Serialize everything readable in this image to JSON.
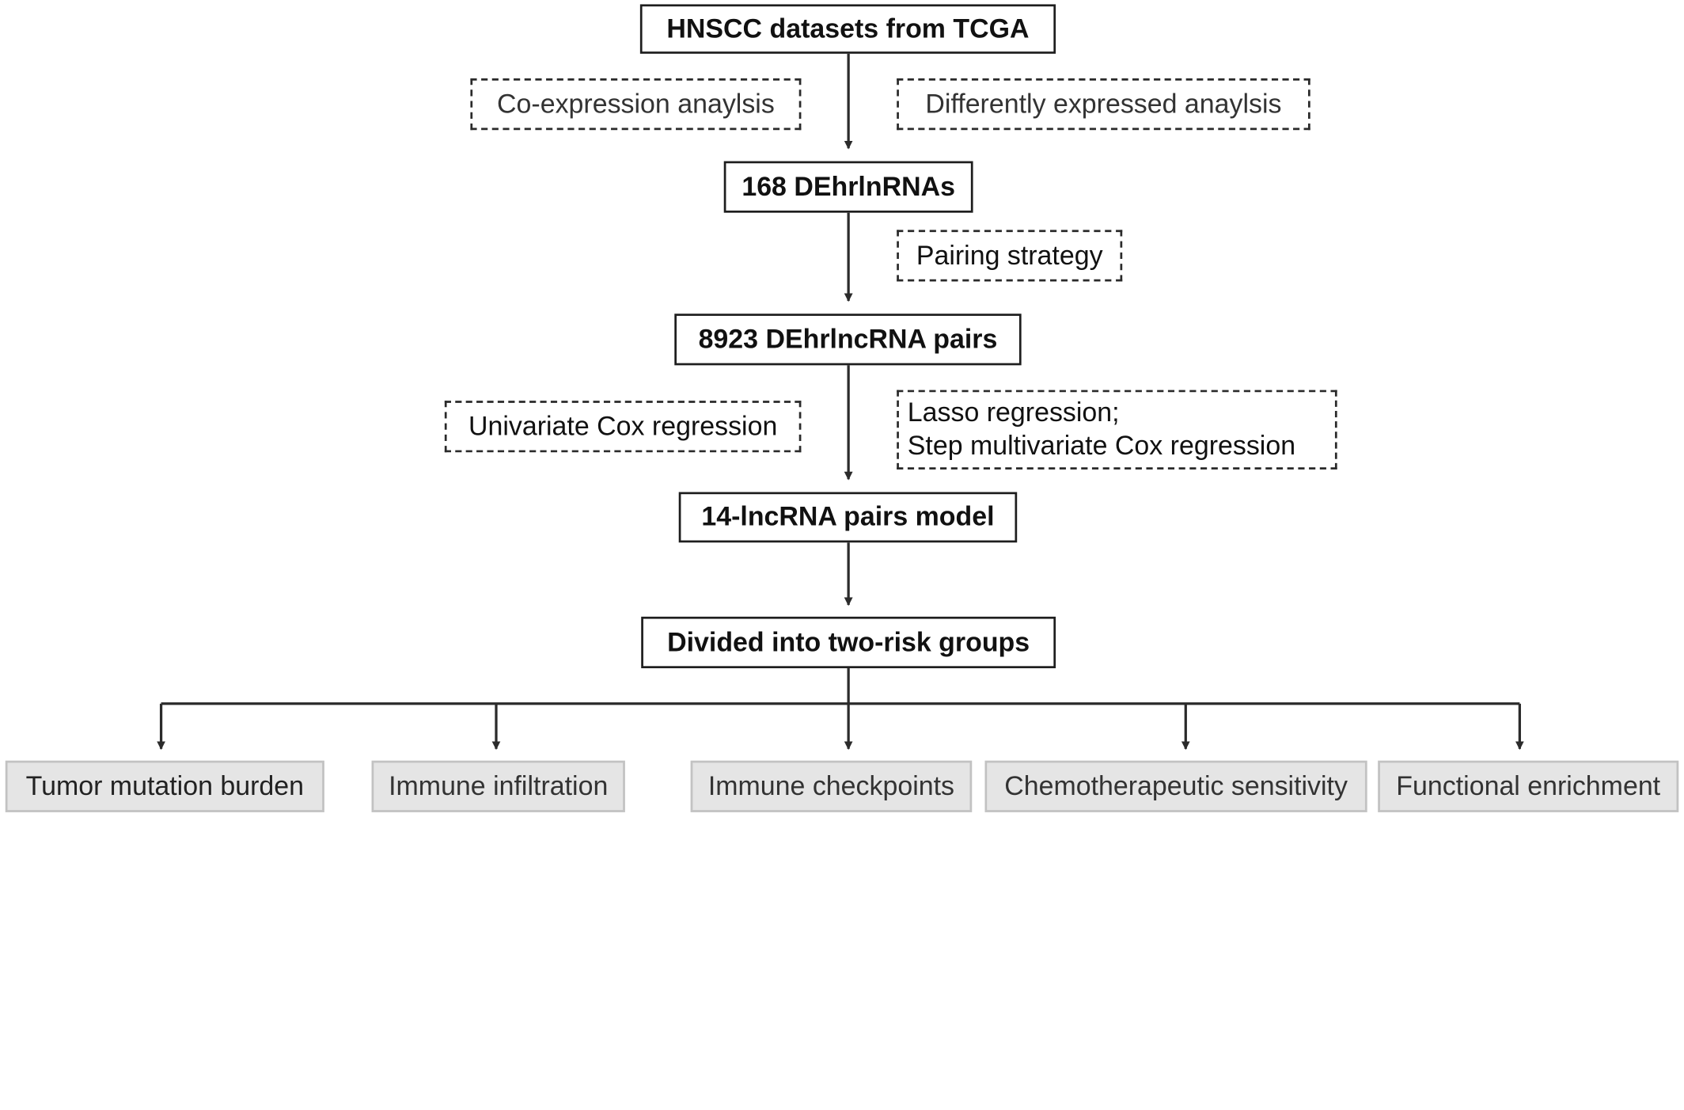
{
  "colors": {
    "line": "#2b2b2b",
    "main_border": "#1e1e1e",
    "result_fill": "#e5e5e5",
    "result_border": "#c2c2c2"
  },
  "nodes": {
    "source": "HNSCC datasets from TCGA",
    "step1": "168 DEhrlnRNAs",
    "step2": "8923 DEhrlncRNA pairs",
    "step3": "14-lncRNA pairs model",
    "step4": "Divided into two-risk groups"
  },
  "methods": {
    "coexpression": "Co-expression anaylsis",
    "differential": "Differently expressed anaylsis",
    "pairing": "Pairing strategy",
    "univariate": "Univariate Cox regression",
    "lasso": "Lasso regression;",
    "stepwise": "Step multivariate Cox regression"
  },
  "outcomes": [
    "Tumor mutation burden",
    "Immune infiltration",
    "Immune checkpoints",
    "Chemotherapeutic sensitivity",
    "Functional enrichment"
  ]
}
